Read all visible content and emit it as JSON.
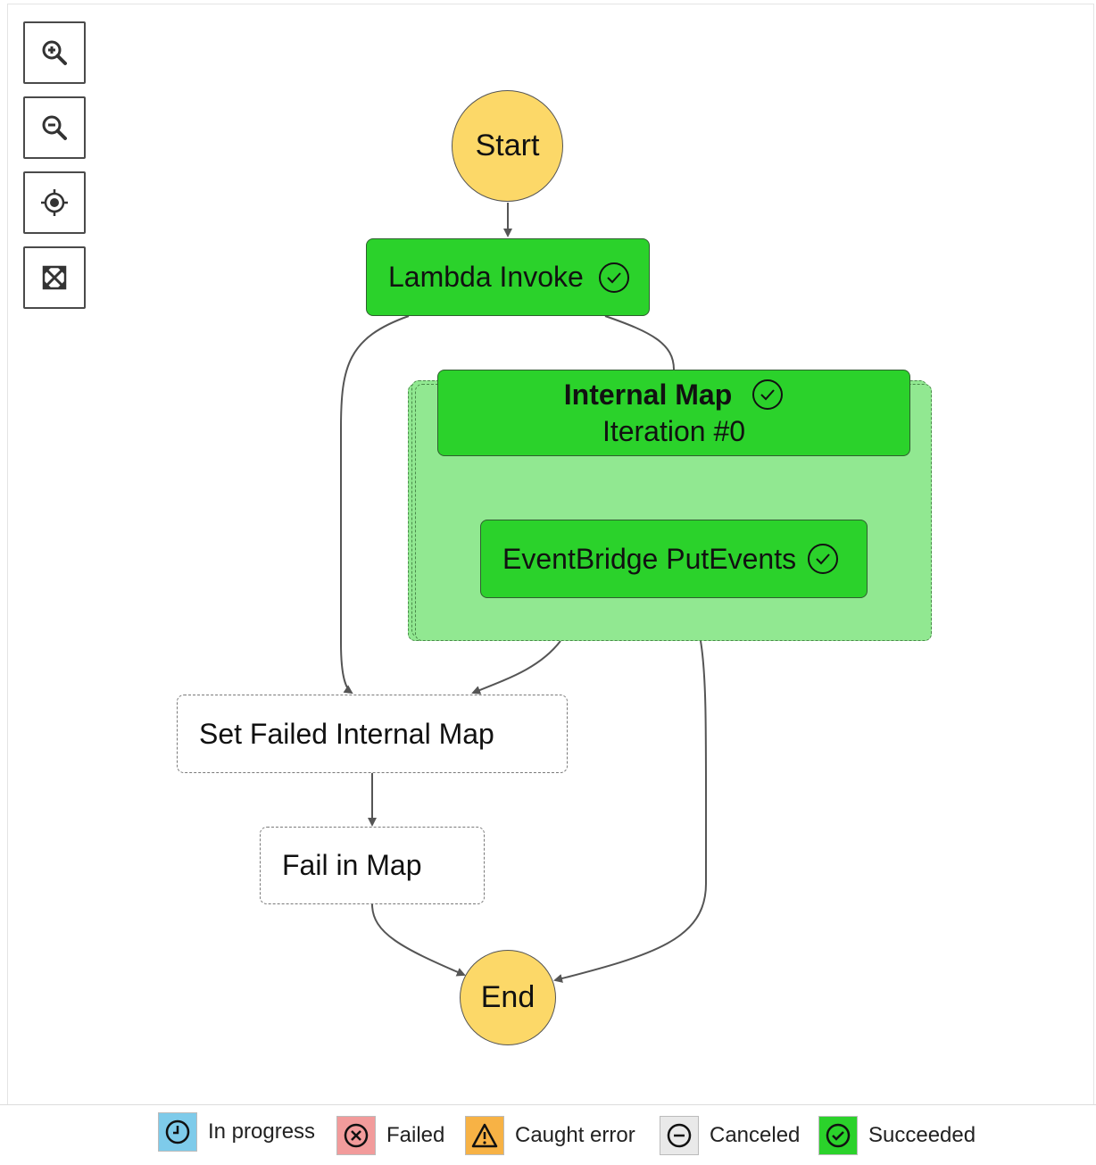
{
  "toolbar": {
    "zoom_in_icon": "zoom-in-icon",
    "zoom_out_icon": "zoom-out-icon",
    "center_icon": "crosshair-icon",
    "fit_icon": "fit-view-icon"
  },
  "graph": {
    "start": "Start",
    "end": "End",
    "lambda_invoke": {
      "label": "Lambda Invoke",
      "status": "succeeded"
    },
    "internal_map": {
      "label": "Internal Map",
      "iteration": "Iteration #0",
      "status": "succeeded"
    },
    "eventbridge": {
      "label": "EventBridge PutEvents",
      "status": "succeeded"
    },
    "set_failed": {
      "label": "Set Failed Internal Map",
      "status": "not-run"
    },
    "fail_in_map": {
      "label": "Fail in Map",
      "status": "not-run"
    }
  },
  "legend": {
    "items": [
      {
        "label": "In progress",
        "color": "#7ecbea",
        "icon": "clock-icon"
      },
      {
        "label": "Failed",
        "color": "#f29b9b",
        "icon": "x-circle-icon"
      },
      {
        "label": "Caught error",
        "color": "#f7b245",
        "icon": "warning-icon"
      },
      {
        "label": "Canceled",
        "color": "#e9e9e9",
        "icon": "minus-circle-icon"
      },
      {
        "label": "Succeeded",
        "color": "#2bd22b",
        "icon": "check-circle-icon"
      }
    ]
  },
  "colors": {
    "success": "#2bd22b",
    "map_background": "#91e891",
    "terminal": "#fcd868"
  }
}
